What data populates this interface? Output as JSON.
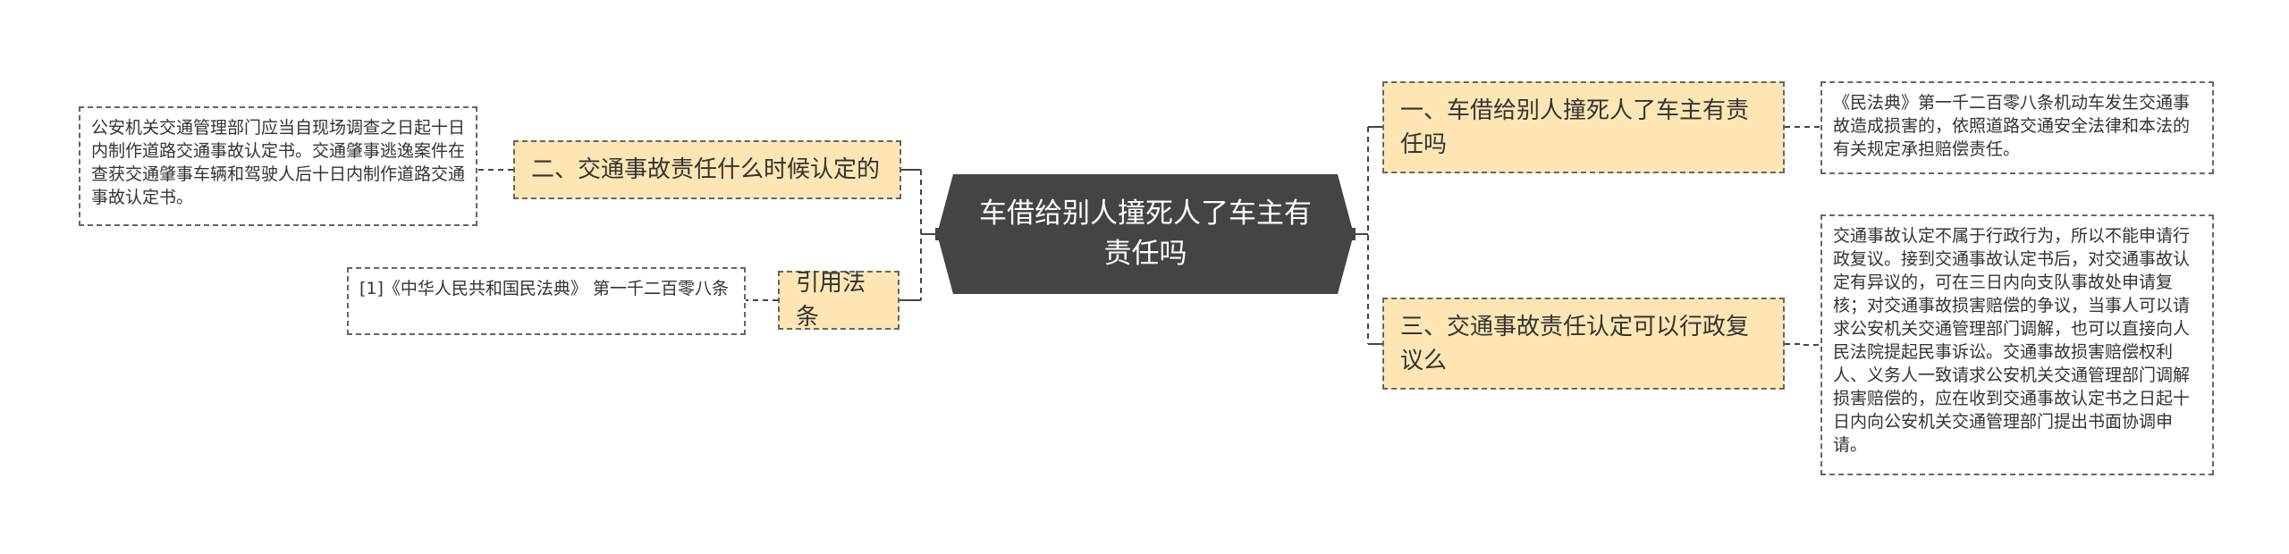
{
  "central": {
    "title": "车借给别人撞死人了车主有责任吗"
  },
  "topics": [
    {
      "id": "t1",
      "label": "一、车借给别人撞死人了车主有责任吗"
    },
    {
      "id": "t2",
      "label": "三、交通事故责任认定可以行政复议么"
    },
    {
      "id": "t3",
      "label": "二、交通事故责任什么时候认定的"
    },
    {
      "id": "t4",
      "label": "引用法条"
    }
  ],
  "leaves": [
    {
      "id": "l1",
      "parent": "t1",
      "text": "《民法典》第一千二百零八条机动车发生交通事故造成损害的，依照道路交通安全法律和本法的有关规定承担赔偿责任。"
    },
    {
      "id": "l2",
      "parent": "t2",
      "text": "交通事故认定不属于行政行为，所以不能申请行政复议。接到交通事故认定书后，对交通事故认定有异议的，可在三日内向支队事故处申请复核；对交通事故损害赔偿的争议，当事人可以请求公安机关交通管理部门调解，也可以直接向人民法院提起民事诉讼。交通事故损害赔偿权利人、义务人一致请求公安机关交通管理部门调解损害赔偿的，应在收到交通事故认定书之日起十日内向公安机关交通管理部门提出书面协调申请。"
    },
    {
      "id": "l3",
      "parent": "t3",
      "text": "公安机关交通管理部门应当自现场调查之日起十日内制作道路交通事故认定书。交通肇事逃逸案件在查获交通肇事车辆和驾驶人后十日内制作道路交通事故认定书。"
    },
    {
      "id": "l4",
      "parent": "t4",
      "text": "[1]《中华人民共和国民法典》 第一千二百零八条"
    }
  ],
  "colors": {
    "central_fill": "#444444",
    "topic_fill": "#fde6b4",
    "border": "#666666",
    "connector": "#444444"
  }
}
